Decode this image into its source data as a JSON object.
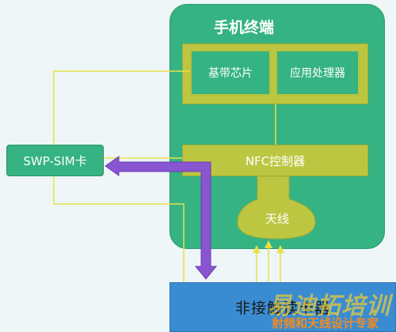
{
  "diagram": {
    "phone_label": "手机终端",
    "baseband_label": "基带芯片",
    "app_processor_label": "应用处理器",
    "nfc_controller_label": "NFC控制器",
    "antenna_label": "天线",
    "sim_label": "SWP-SIM卡",
    "reader_label": "非接触读卡器"
  },
  "watermark": {
    "brand": "易迪拓培训",
    "tagline": "射频和天线设计专家"
  },
  "colors": {
    "phone_green": "#35b382",
    "module_olive": "#bcc641",
    "reader_blue": "#3a8cd2",
    "link_yellow": "#e6e24a",
    "arrow_purple": "#8a55d1"
  }
}
